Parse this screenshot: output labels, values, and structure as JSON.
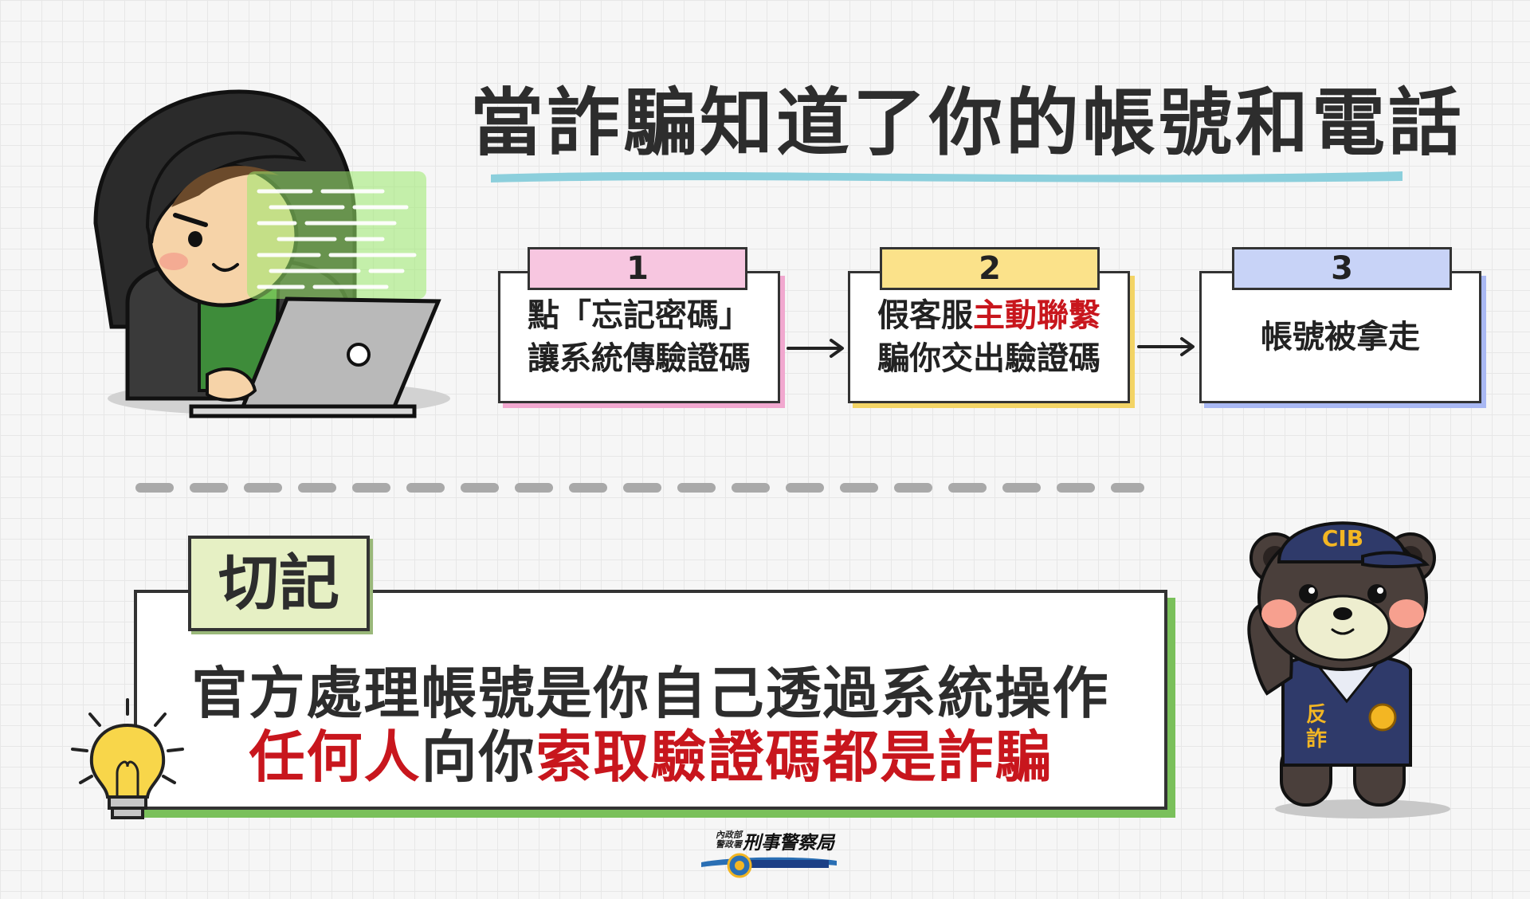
{
  "title": "當詐騙知道了你的帳號和電話",
  "steps": [
    {
      "number": "1",
      "line1": "點「忘記密碼」",
      "line2": "讓系統傳驗證碼"
    },
    {
      "number": "2",
      "line1_part1": "假客服",
      "line1_part2": "主動聯繫",
      "line2": "騙你交出驗證碼"
    },
    {
      "number": "3",
      "line1": "帳號被拿走"
    }
  ],
  "remember": {
    "tab_label": "切記",
    "line1": "官方處理帳號是你自己透過系統操作",
    "line2_part1": "任何人",
    "line2_part2": "向你",
    "line2_part3": "索取驗證碼都是詐騙"
  },
  "mascot": {
    "cap_text": "CIB",
    "vest_text_1": "反",
    "vest_text_2": "詐"
  },
  "footer": {
    "org_sub_1": "內政部",
    "org_sub_2": "警政署",
    "org_name": "刑事警察局"
  },
  "colors": {
    "accent_red": "#c8161d",
    "step1_tab": "#f7c6e0",
    "step2_tab": "#fbe28a",
    "step3_tab": "#c8d3f7",
    "underline": "#8ccfdc",
    "remember_shadow": "#7ac05b",
    "remember_tab": "#e6f0c4"
  }
}
